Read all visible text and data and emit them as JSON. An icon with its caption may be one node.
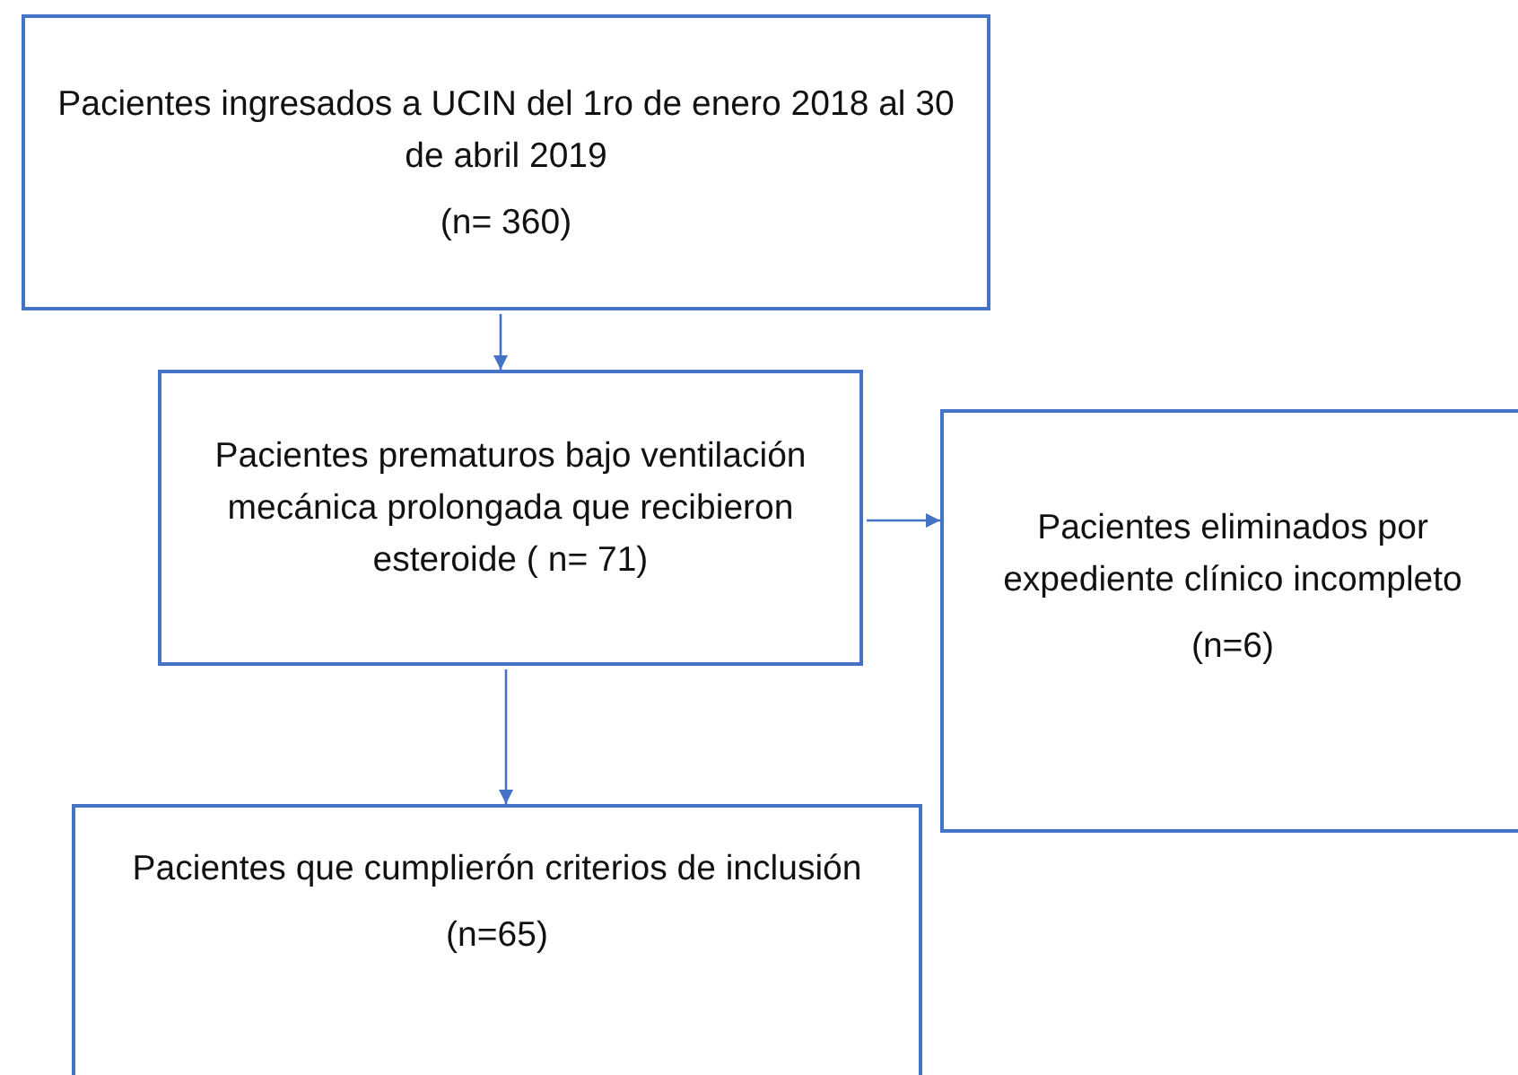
{
  "diagram": {
    "nodes": [
      {
        "text": [
          "Pacientes ingresados a UCIN del 1ro de enero 2018 al 30 de abril 2019",
          "(n= 360)"
        ]
      },
      {
        "text": [
          "Pacientes prematuros bajo ventilación mecánica prolongada que recibieron esteroide ( n= 71)"
        ]
      },
      {
        "text": [
          "Pacientes eliminados por expediente clínico incompleto",
          "(n=6)"
        ]
      },
      {
        "text": [
          "Pacientes que cumplierón criterios de inclusión",
          "(n=65)"
        ]
      }
    ],
    "edges": [
      {
        "from": 0,
        "to": 1,
        "arrow": "to"
      },
      {
        "from": 1,
        "to": 2,
        "arrow": "to"
      },
      {
        "from": 1,
        "to": 3,
        "arrow": "to"
      }
    ]
  }
}
